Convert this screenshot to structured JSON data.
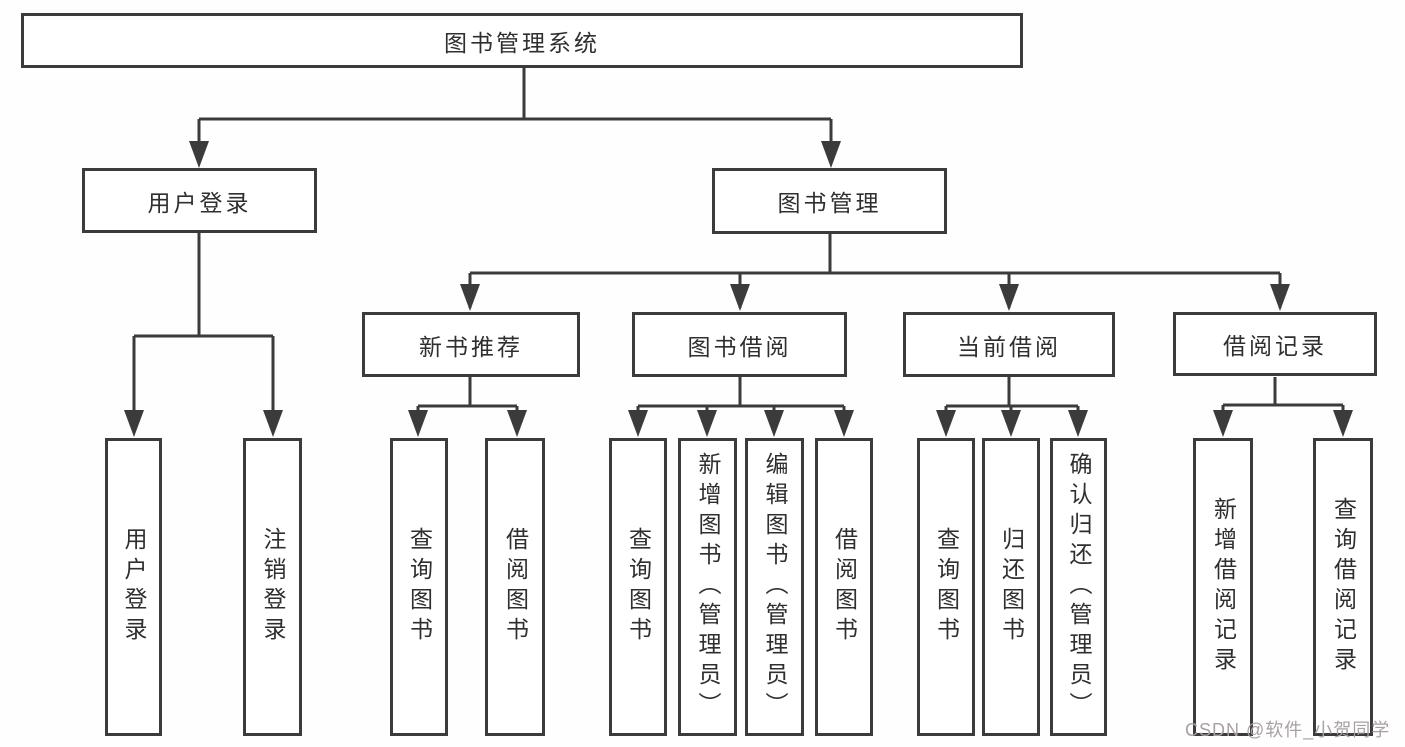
{
  "diagram": {
    "root": {
      "label": "图书管理系统"
    },
    "branches": [
      {
        "label": "用户登录",
        "leaves": [
          {
            "label": "用户登录"
          },
          {
            "label": "注销登录"
          }
        ]
      },
      {
        "label": "图书管理",
        "children": [
          {
            "label": "新书推荐",
            "leaves": [
              {
                "label": "查询图书"
              },
              {
                "label": "借阅图书"
              }
            ]
          },
          {
            "label": "图书借阅",
            "leaves": [
              {
                "label": "查询图书"
              },
              {
                "label": "新增图书（管理员）"
              },
              {
                "label": "编辑图书（管理员）"
              },
              {
                "label": "借阅图书"
              }
            ]
          },
          {
            "label": "当前借阅",
            "leaves": [
              {
                "label": "查询图书"
              },
              {
                "label": "归还图书"
              },
              {
                "label": "确认归还（管理员）"
              }
            ]
          },
          {
            "label": "借阅记录",
            "leaves": [
              {
                "label": "新增借阅记录"
              },
              {
                "label": "查询借阅记录"
              }
            ]
          }
        ]
      }
    ],
    "watermark": "CSDN @软件_小贺同学",
    "colors": {
      "line": "#3b3b3b",
      "box_border": "#3b3b3b",
      "text": "#2f2f2f",
      "watermark": "#a9a1a1"
    }
  }
}
